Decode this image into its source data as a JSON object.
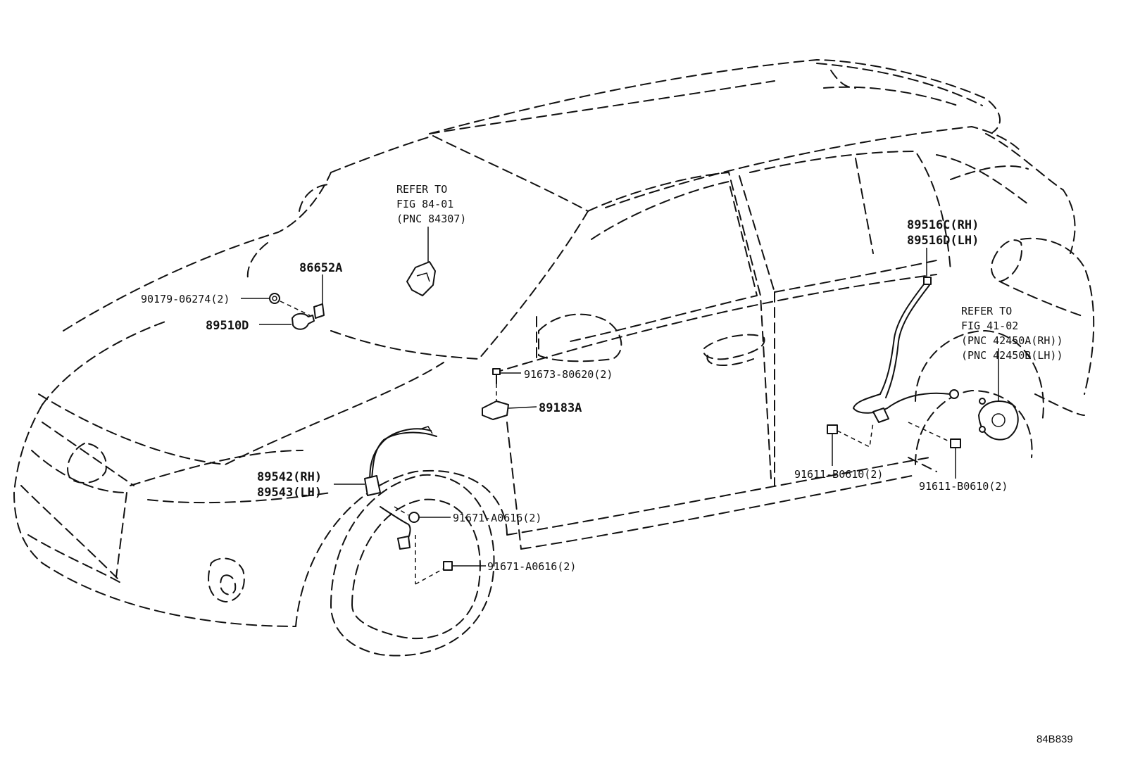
{
  "diagram": {
    "callouts": {
      "p86652a": "86652A",
      "p90179": "90179-06274(2)",
      "p89510d": "89510D",
      "ref_84": [
        "REFER TO",
        "FIG 84-01",
        "(PNC 84307)"
      ],
      "p91673": "91673-80620(2)",
      "p89183a": "89183A",
      "p89542": "89542(RH)",
      "p89543": "89543(LH)",
      "p91671_a": "91671-A0616(2)",
      "p91671_b": "91671-A0616(2)",
      "p89516c": "89516C(RH)",
      "p89516d": "89516D(LH)",
      "ref_41": [
        "REFER TO",
        "FIG 41-02",
        "(PNC 42450A(RH))",
        "(PNC 42450B(LH))"
      ],
      "p91611_a": "91611-B0610(2)",
      "p91611_b": "91611-B0610(2)"
    },
    "figure_code": "84B839"
  }
}
